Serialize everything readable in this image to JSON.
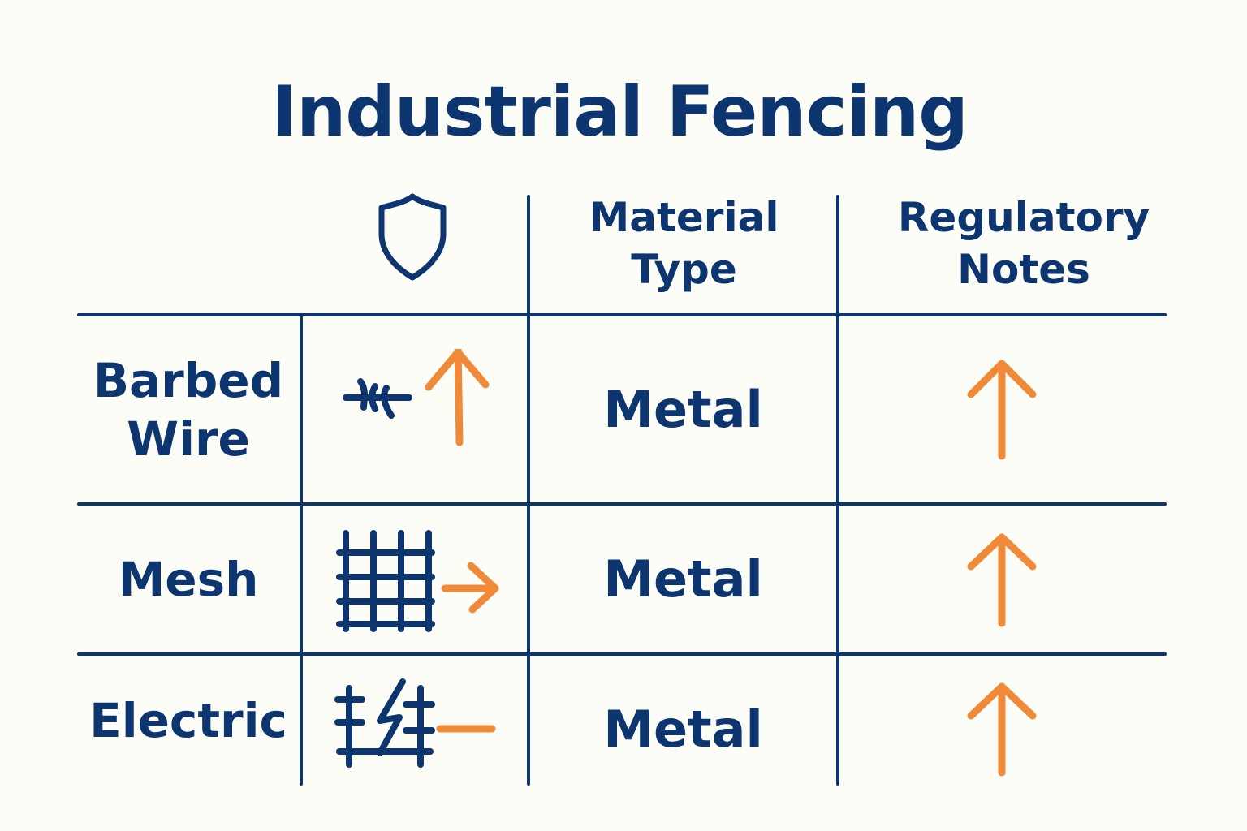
{
  "title": "Industrial Fencing",
  "colors": {
    "primary": "#0d3570",
    "accent": "#f08a38",
    "background": "#fdfdf8"
  },
  "header": {
    "icon_column": "shield-icon",
    "columns": [
      {
        "label_line1": "Material",
        "label_line2": "Type"
      },
      {
        "label_line1": "Regulatory",
        "label_line2": "Notes"
      }
    ]
  },
  "rows": [
    {
      "label_line1": "Barbed",
      "label_line2": "Wire",
      "icon": "barbed-wire-icon",
      "trend": "up-arrow",
      "material": "Metal",
      "regulatory": "up-arrow"
    },
    {
      "label_line1": "Mesh",
      "label_line2": "",
      "icon": "mesh-grid-icon",
      "trend": "right-arrow",
      "material": "Metal",
      "regulatory": "up-arrow"
    },
    {
      "label_line1": "Electric",
      "label_line2": "",
      "icon": "electric-fence-icon",
      "trend": "dash",
      "material": "Metal",
      "regulatory": "up-arrow"
    }
  ]
}
